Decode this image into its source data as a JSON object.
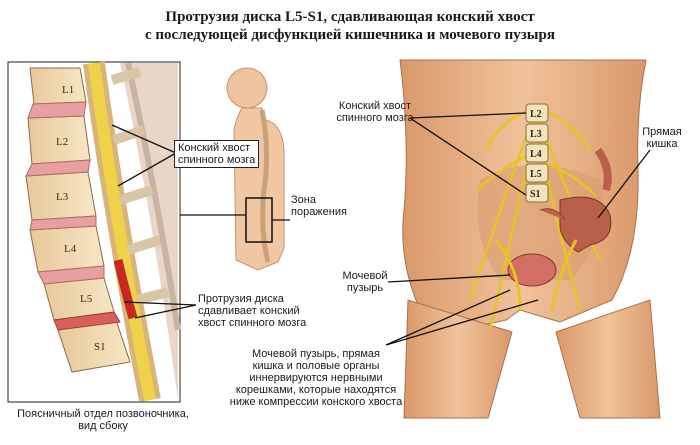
{
  "title": {
    "line1": "Протрузия диска L5-S1, сдавливающая конский хвост",
    "line2": "с последующей дисфункцией кишечника и мочевого пузыря"
  },
  "side_view": {
    "vertebrae": [
      "L1",
      "L2",
      "L3",
      "L4",
      "L5",
      "S1"
    ],
    "caption_line1": "Поясничный отдел позвоночника,",
    "caption_line2": "вид сбоку"
  },
  "callouts": {
    "cauda_box_line1": "Конский хвост",
    "cauda_box_line2": "спинного мозга",
    "zone_line1": "Зона",
    "zone_line2": "поражения",
    "protrusion_line1": "Протрузия диска",
    "protrusion_line2": "сдавливает конский",
    "protrusion_line3": "хвост спинного мозга"
  },
  "front_view": {
    "vertebrae": [
      "L2",
      "L3",
      "L4",
      "L5",
      "S1"
    ],
    "cauda_line1": "Конский хвост",
    "cauda_line2": "спинного мозга",
    "rectum_line1": "Прямая",
    "rectum_line2": "кишка",
    "bladder_line1": "Мочевой",
    "bladder_line2": "пузырь",
    "note_line1": "Мочевой пузырь, прямая",
    "note_line2": "кишка и половые органы",
    "note_line3": "иннервируются нервными",
    "note_line4": "корешками, которые находятся",
    "note_line5": "ниже компрессии конского хвоста"
  },
  "colors": {
    "skin": "#e8b58a",
    "bone": "#f2dcb0",
    "disc": "#e9a0a0",
    "nerve": "#f3df3c",
    "outline": "#222222"
  }
}
